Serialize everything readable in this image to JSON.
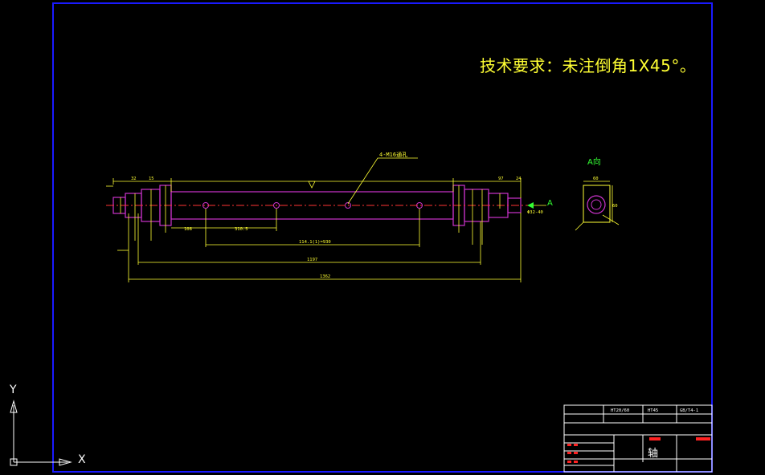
{
  "drawing": {
    "technical_note": "技术要求：未注倒角1X45°。",
    "view_label": "A向",
    "callout_label": "4-M16通孔",
    "arrow_letter": "A",
    "part_name": "轴",
    "dim_labels": {
      "overall": "1362",
      "body": "1197",
      "hole_spacing": "310.5",
      "holes_total": "114.1(1)=930",
      "start_offset": "108",
      "left_32": "32",
      "left_15": "15",
      "right_97": "97",
      "right_24": "24",
      "view_width": "60",
      "view_height": "60",
      "dia_right": "Φ32-40"
    },
    "title_block": {
      "row1_left": "HT20/60",
      "row1_mid": "HT45",
      "row1_right": "GB/T4-1"
    },
    "colors": {
      "frame": "#1a1aff",
      "outline": "#cc33cc",
      "dimension": "#ffff33",
      "centerline": "#ff3333",
      "label": "#33ff33"
    }
  },
  "ucs": {
    "y_label": "Y",
    "x_label": "X"
  }
}
